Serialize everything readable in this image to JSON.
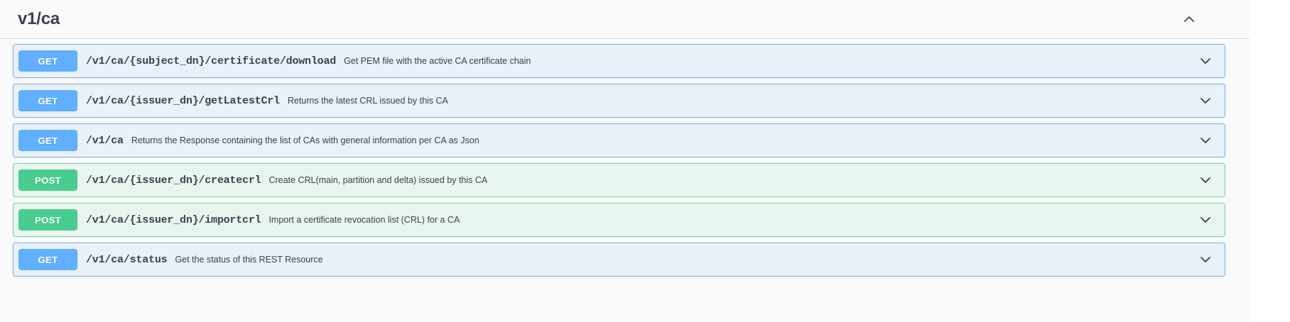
{
  "tag": {
    "name": "v1/ca",
    "collapse_icon": "chevron-up-icon",
    "expanded": true
  },
  "colors": {
    "get_badge": "#61affe",
    "get_row_bg": "#e8f0f8",
    "get_row_border": "#81b3e0",
    "post_badge": "#49cc90",
    "post_row_bg": "#e8f5ee",
    "post_row_border": "#7ecfa6",
    "text": "#3b4151",
    "page_bg": "#fafafa",
    "divider": "#d8d8d8"
  },
  "operations": [
    {
      "method": "GET",
      "path": "/v1/ca/{subject_dn}/certificate/download",
      "summary": "Get PEM file with the active CA certificate chain",
      "expand_icon": "chevron-down-icon"
    },
    {
      "method": "GET",
      "path": "/v1/ca/{issuer_dn}/getLatestCrl",
      "summary": "Returns the latest CRL issued by this CA",
      "expand_icon": "chevron-down-icon"
    },
    {
      "method": "GET",
      "path": "/v1/ca",
      "summary": "Returns the Response containing the list of CAs with general information per CA as Json",
      "expand_icon": "chevron-down-icon"
    },
    {
      "method": "POST",
      "path": "/v1/ca/{issuer_dn}/createcrl",
      "summary": "Create CRL(main, partition and delta) issued by this CA",
      "expand_icon": "chevron-down-icon"
    },
    {
      "method": "POST",
      "path": "/v1/ca/{issuer_dn}/importcrl",
      "summary": "Import a certificate revocation list (CRL) for a CA",
      "expand_icon": "chevron-down-icon"
    },
    {
      "method": "GET",
      "path": "/v1/ca/status",
      "summary": "Get the status of this REST Resource",
      "expand_icon": "chevron-down-icon"
    }
  ]
}
